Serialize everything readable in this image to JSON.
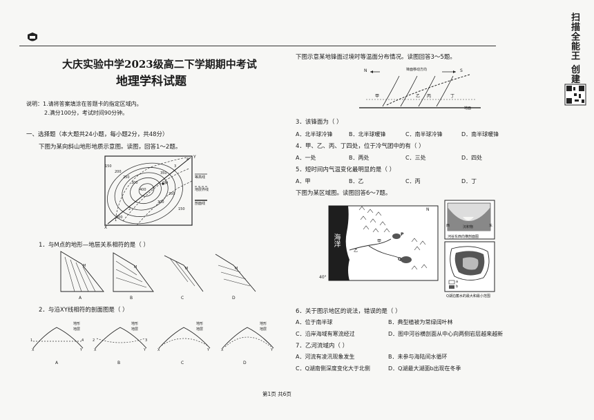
{
  "side": {
    "scan_text": "扫描全能王 创建"
  },
  "header": {
    "title": "大庆实验中学2023级高二下学期期中考试",
    "subtitle": "地理学科试题"
  },
  "notes": [
    "说明：1.请将答案填涂在答题卡的指定区域内。",
    "2.满分100分，考试时间90分钟。"
  ],
  "section1": {
    "heading": "一、选择题（本大题共24小题，每小题2分，共48分）",
    "intro": "下图为某向斜山地形地质示意图。读图，回答1～2题。"
  },
  "map1": {
    "contours": [
      "150",
      "200",
      "250",
      "300",
      "350",
      "400",
      "300",
      "250",
      "200",
      "150"
    ],
    "labels": {
      "Y": "Y",
      "X": "X",
      "M": "M",
      "n1": "1",
      "n2": "2",
      "n3": "3",
      "n4": "4"
    },
    "legend": [
      "等高线",
      "地层界线",
      "剖面线"
    ]
  },
  "q1": {
    "stem": "1．与M点的地形—地层关系相符的是（    ）",
    "options": [
      "A",
      "B",
      "C",
      "D"
    ],
    "m_label": "M"
  },
  "q2": {
    "stem": "2．与沿XY线相符的剖面图是（    ）",
    "options": [
      "A",
      "B",
      "C",
      "D"
    ],
    "legend_line1": "地形",
    "legend_line2": "地层",
    "x": "X",
    "y": "Y",
    "n1": "1",
    "n2": "2",
    "n3": "3",
    "n4": "4"
  },
  "right": {
    "intro1": "下图示意某地锋面过境时等温面分布情况。读图回答3～5题。",
    "front": {
      "N": "N",
      "S": "S",
      "move": "锋面移动方向",
      "points": [
        "甲",
        "乙",
        "丙",
        "丁"
      ],
      "ground": "地面"
    },
    "q3": {
      "stem": "3．该锋面为（    ）",
      "options": [
        "A．北半球冷锋",
        "B．北半球暖锋",
        "C．南半球冷锋",
        "D．南半球暖锋"
      ]
    },
    "q4": {
      "stem": "4．甲、乙、丙、丁四处，位于冷气团中的有（    ）",
      "options": [
        "A．一处",
        "B．两处",
        "C．三处",
        "D．四处"
      ]
    },
    "q5": {
      "stem": "5．短时间内气温变化最明显的是（    ）",
      "options": [
        "A．甲",
        "B．乙",
        "C．丙",
        "D．丁"
      ]
    },
    "intro2": "下图为某区域图。读图回答6～7题。",
    "map2": {
      "sea": "海洋",
      "N": "N",
      "P": "P",
      "Q": "Q",
      "jia": "甲",
      "yi": "乙",
      "lat": "40°",
      "section_title": "河谷东西向横剖面图",
      "west": "西",
      "east": "东",
      "sediment": "沉积物",
      "lake_caption": "Q湖泊蓄水的最大和最小范围",
      "a": "a",
      "b": "b"
    },
    "q6": {
      "stem": "6．关于图示地区的说法，错误的是（    ）",
      "options": [
        "A．位于南半球",
        "B．典型植被为常绿阔叶林",
        "C．沿岸海域有寒流经过",
        "D．图中河谷横剖面从中心向两侧岩层越来越新"
      ]
    },
    "q7": {
      "stem": "7．乙河流域内（    ）",
      "options": [
        "A．河流有凌汛现象发生",
        "B．未参与海陆间水循环",
        "C．Q湖南侧深度变化大于北侧",
        "D．Q湖最大湖面b出现在冬季"
      ]
    }
  },
  "footer": {
    "page": "第1页 共6页"
  }
}
